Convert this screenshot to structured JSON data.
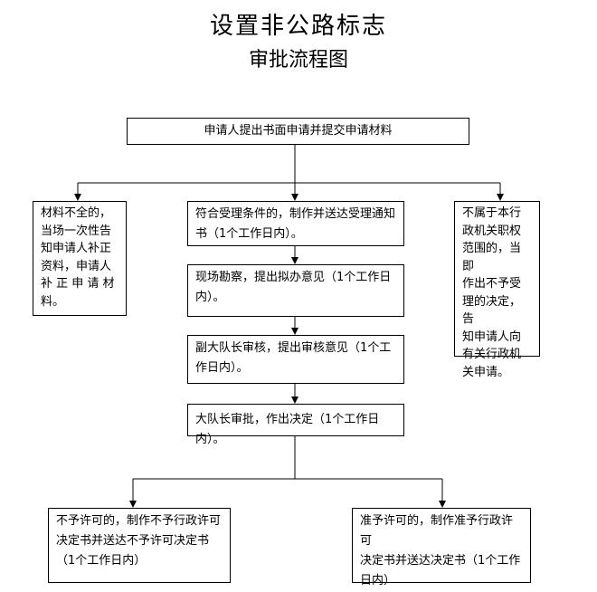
{
  "title": "设置非公路标志",
  "subtitle": "审批流程图",
  "nodes": {
    "apply": "申请人提出书面申请并提交申请材料",
    "incomplete": "材料不全的，\n当场一次性告\n知申请人补正\n资料，申请人\n补 正 申 请 材\n料。",
    "accept": "符合受理条件的，制作并送达受理通知\n书（1个工作日内）。",
    "reject": "不属于本行\n政机关职权\n范围的，当即\n作出不予受\n理的决定，告\n知申请人向\n有关行政机\n关申请。",
    "survey": "现场勘察，提出拟办意见（1个工作日\n内）。",
    "review": "副大队长审核，提出审核意见（1个工\n作日内）。",
    "approve": "大队长审批，作出决定（1个工作日内）。",
    "deny": "不予许可的，制作不予行政许可\n决定书并送达不予许可决定书\n（1个工作日内）",
    "grant": "准予许可的，制作准予行政许可\n决定书并送达决定书（1个工作\n日内）"
  }
}
